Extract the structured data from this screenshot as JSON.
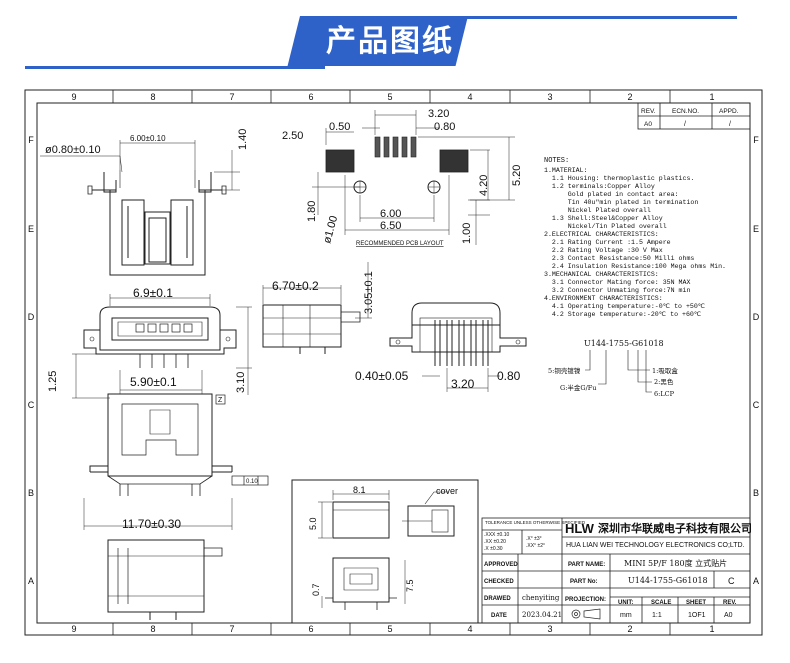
{
  "header": {
    "title": "产品图纸"
  },
  "frame": {
    "columns": [
      "9",
      "8",
      "7",
      "6",
      "5",
      "4",
      "3",
      "2",
      "1"
    ],
    "rows": [
      "F",
      "E",
      "D",
      "C",
      "B",
      "A"
    ]
  },
  "revision": {
    "col_rev": "REV.",
    "col_ecn": "ECN.NO.",
    "col_appd": "APPD.",
    "rev": "A0",
    "ecn": "/",
    "appd": "/"
  },
  "dimensions": {
    "hole_dia": "ø0.80±0.10",
    "pitch_span": "6.00±0.10",
    "height_140": "1.40",
    "pcb_320": "3.20",
    "pcb_250": "2.50",
    "pcb_050": "0.50",
    "pcb_080": "0.80",
    "pcb_180": "1.80",
    "pcb_420": "4.20",
    "pcb_520": "5.20",
    "pcb_hole": "ø1.00",
    "pcb_600": "6.00",
    "pcb_650": "6.50",
    "pcb_100": "1.00",
    "pcb_title": "RECOMMENDED PCB LAYOUT",
    "front_69": "6.9±0.1",
    "front_590": "5.90±0.1",
    "front_125": "1.25",
    "front_310": "3.10",
    "side_670": "6.70±0.2",
    "side_305": "3.05±0.1",
    "rear_040": "0.40±0.05",
    "rear_320": "3.20",
    "rear_080": "0.80",
    "bottom_1170": "11.70±0.30",
    "flat_tag": "0.10",
    "datum": "Z"
  },
  "notes": {
    "title": "NOTES:",
    "lines": [
      "1.MATERIAL:",
      "  1.1 Housing: thermoplastic plastics.",
      "  1.2 terminals:Copper Alloy",
      "      Gold plated in contact area:",
      "      Tin 40u\"min plated in termination",
      "      Nickel Plated overall",
      "  1.3 Shell:Steel&Copper Alloy",
      "      Nickel/Tin Plated overall",
      "2.ELECTRICAL CHARACTERISTICS:",
      "  2.1 Rating Current :1.5 Ampere",
      "  2.2 Rating Voltage :30 V Max",
      "  2.3 Contact Resistance:50 Milli ohms",
      "  2.4 Insulation Resistance:100 Mega ohms Min.",
      "3.MECHANICAL CHARACTERISTICS:",
      "  3.1 Connector Mating force: 35N MAX",
      "  3.2 Connector Unmating force:7N min",
      "4.ENVIRONMENT CHARACTERISTICS:",
      "  4.1 Operating temperature:-0℃ to +50℃",
      "  4.2 Storage temperature:-20℃ to +60℃"
    ]
  },
  "part_code": {
    "code": "U144-1755-G61018",
    "label_5": "5:铜壳镀镍",
    "label_1": "1:吸取盒",
    "label_2": "2:黑色",
    "label_gold": "G:半金G/Fu",
    "label_6": "6:LCP"
  },
  "cover_view": {
    "cover": "cover",
    "w81": "8.1",
    "h50": "5.0",
    "h07": "0.7",
    "h75": "7.5"
  },
  "title_block": {
    "tol_title": "TOLERANCE UNLESS OTHERWISE SPECIFIED",
    "tol_1": ".XXX ±0.10",
    "tol_2": ".XX ±0.20",
    "tol_3": ".X ±0.30",
    "ang_1": ".X° ±3°",
    "ang_2": ".XX° ±2°",
    "logo": "HLW",
    "company_cn": "深圳市华联威电子科技有限公司",
    "company_en": "HUA LIAN WEI TECHNOLOGY ELECTRONICS CO;LTD.",
    "approved": "APPROVED",
    "checked": "CHECKED",
    "drawed": "DRAWED",
    "date": "DATE",
    "drawer": "chenyiting",
    "date_val": "2023.04.21",
    "part_name_label": "PART NAME:",
    "part_name": "MINI 5P/F 180度 立式贴片",
    "part_no_label": "PART No:",
    "part_no": "U144-1755-G61018",
    "part_rev": "C",
    "projection": "PROJECTION:",
    "unit": "UNIT:",
    "scale": "SCALE",
    "sheet": "SHEET",
    "rev": "REV.",
    "unit_val": "mm",
    "scale_val": "1:1",
    "sheet_val": "1OF1",
    "rev_val": "A0"
  }
}
